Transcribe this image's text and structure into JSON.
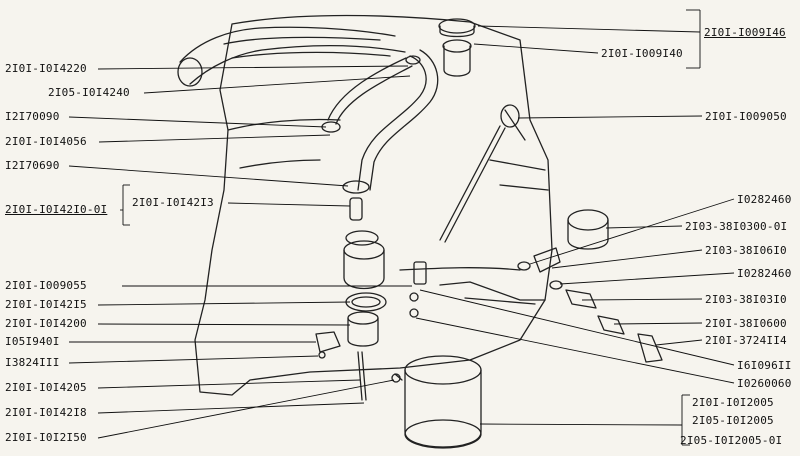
{
  "labels": {
    "left": [
      "2I0I-I0I4220",
      "2I05-I0I4240",
      "I2I70090",
      "2I0I-I0I4056",
      "I2I70690",
      "2I0I-I0I42I3",
      "2I0I-I0I42I0-0I",
      "2I0I-I009055",
      "2I0I-I0I42I5",
      "2I0I-I0I4200",
      "I05I940I",
      "I3824III",
      "2I0I-I0I4205",
      "2I0I-I0I42I8",
      "2I0I-I0I2I50"
    ],
    "right": [
      "2I0I-I009I46",
      "2I0I-I009I40",
      "2I0I-I009050",
      "I0282460",
      "2I03-38I0300-0I",
      "2I03-38I06I0",
      "I0282460",
      "2I03-38I03I0",
      "2I0I-38I0600",
      "2I0I-3724II4",
      "I6I096II",
      "I0260060",
      "2I0I-I0I2005",
      "2I05-I0I2005",
      "2I05-I0I2005-0I"
    ]
  }
}
